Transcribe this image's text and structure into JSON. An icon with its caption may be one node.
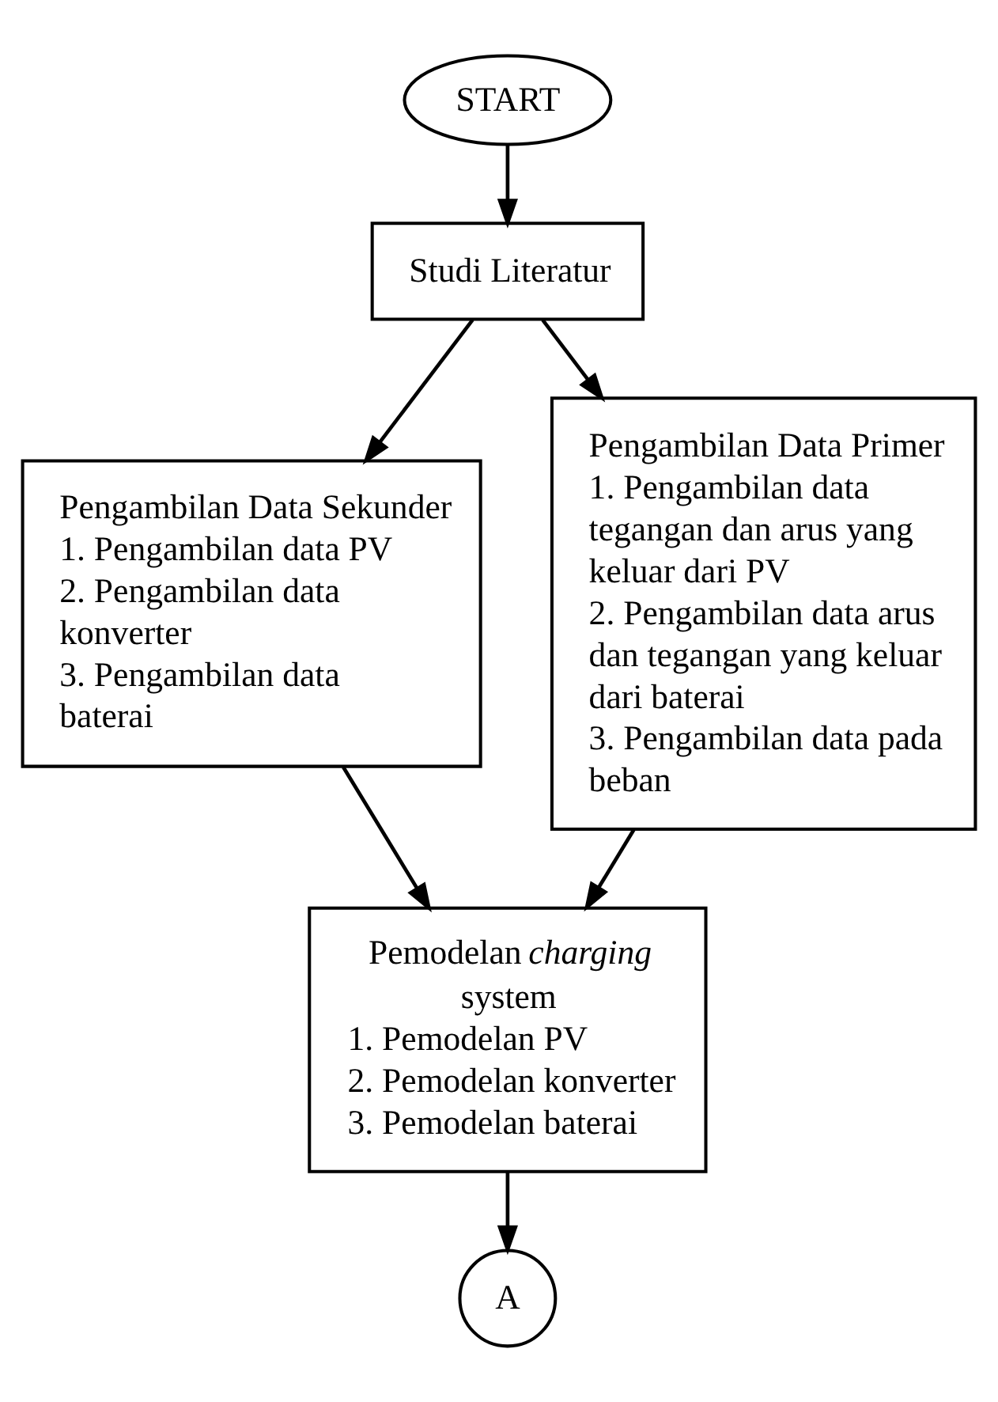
{
  "diagram": {
    "nodes": [
      {
        "text": [
          "START"
        ]
      },
      {
        "text": [
          "Studi Literatur"
        ]
      },
      {
        "text": [
          "Pengambilan Data Sekunder",
          "1. Pengambilan data PV",
          "2. Pengambilan data konverter",
          "3. Pengambilan data baterai"
        ]
      },
      {
        "text": [
          "Pengambilan Data Primer",
          "1. Pengambilan data tegangan dan arus yang keluar dari PV",
          "2. Pengambilan data arus dan tegangan yang keluar dari baterai",
          "3. Pengambilan data pada beban"
        ]
      },
      {
        "text": [
          "Pemodelan *charging system*",
          "1. Pemodelan PV",
          "2. Pemodelan konverter",
          "3. Pemodelan baterai"
        ]
      },
      {
        "text": [
          "A"
        ]
      }
    ],
    "edges": [
      {
        "from": 0,
        "to": 1,
        "arrow": "to"
      },
      {
        "from": 1,
        "to": 2,
        "arrow": "to"
      },
      {
        "from": 1,
        "to": 3,
        "arrow": "to"
      },
      {
        "from": 2,
        "to": 4,
        "arrow": "to"
      },
      {
        "from": 3,
        "to": 4,
        "arrow": "to"
      },
      {
        "from": 4,
        "to": 5,
        "arrow": "to"
      }
    ]
  }
}
